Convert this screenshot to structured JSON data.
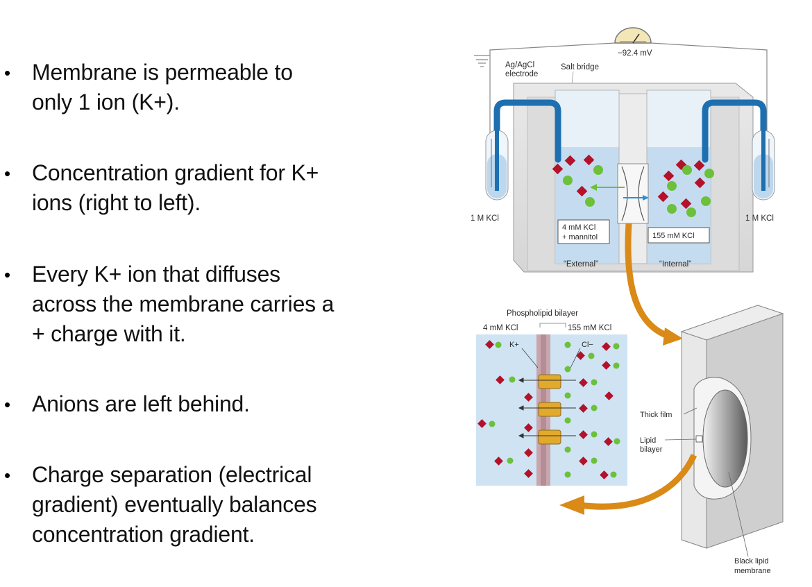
{
  "bullets": [
    {
      "lines": [
        "Membrane is  permeable to",
        "only 1 ion (K+)."
      ]
    },
    {
      "lines": [
        "Concentration gradient for K+",
        "ions (right to left)."
      ]
    },
    {
      "lines": [
        "Every K+ ion that diffuses",
        "across the membrane carries a",
        "+ charge with it."
      ]
    },
    {
      "lines": [
        "Anions are left behind."
      ]
    },
    {
      "lines": [
        "Charge separation (electrical",
        "gradient) eventually balances",
        "concentration gradient."
      ]
    }
  ],
  "diagram": {
    "voltmeter_reading": "−92.4 mV",
    "electrode_label_1": "Ag/AgCl",
    "electrode_label_2": "electrode",
    "salt_bridge_label": "Salt bridge",
    "left_kcl": "1 M KCl",
    "right_kcl": "1 M KCl",
    "external_box_line1": "4 mM KCl",
    "external_box_line2": "+ mannitol",
    "internal_box": "155 mM KCl",
    "external_label": "“External”",
    "internal_label": "“Internal”",
    "ion_k": "K+",
    "ion_cl": "Cl−",
    "bilayer_title": "Phospholipid bilayer",
    "bilayer_left_conc": "4 mM KCl",
    "bilayer_right_conc": "155 mM KCl",
    "bilayer_k_label": "K+",
    "bilayer_cl_label": "Cl−",
    "thick_film": "Thick film",
    "lipid_bilayer_1": "Lipid",
    "lipid_bilayer_2": "bilayer",
    "black_lipid_1": "Black lipid",
    "black_lipid_2": "membrane"
  },
  "colors": {
    "k_ion": "#b3122a",
    "cl_ion": "#6cc03a",
    "solution": "#cfe3f3",
    "tube": "#1d6fb0",
    "arrow": "#d98a17",
    "channel": "#e2a92a"
  }
}
